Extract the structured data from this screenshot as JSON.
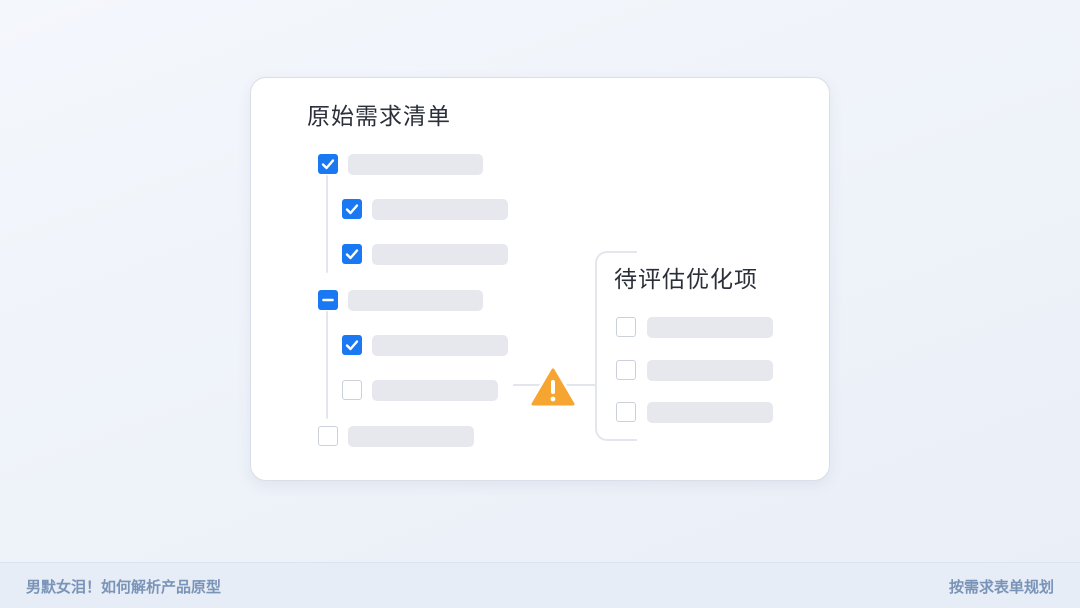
{
  "main_card": {
    "left_title": "原始需求清单",
    "right_title": "待评估优化项",
    "tree": [
      {
        "level": 0,
        "state": "checked"
      },
      {
        "level": 1,
        "state": "checked"
      },
      {
        "level": 1,
        "state": "checked"
      },
      {
        "level": 0,
        "state": "partial"
      },
      {
        "level": 1,
        "state": "checked"
      },
      {
        "level": 1,
        "state": "unchecked"
      },
      {
        "level": 0,
        "state": "unchecked"
      }
    ],
    "pending_items": [
      {
        "state": "unchecked"
      },
      {
        "state": "unchecked"
      },
      {
        "state": "unchecked"
      }
    ],
    "warning_icon": "warning-triangle-icon"
  },
  "footer": {
    "left_text": "男默女泪！如何解析产品原型",
    "right_text": "按需求表单规划"
  },
  "colors": {
    "accent": "#1a78f2",
    "warning": "#f7a531",
    "placeholder_bar": "#e6e8ee",
    "footer_text": "#7a94b8"
  }
}
